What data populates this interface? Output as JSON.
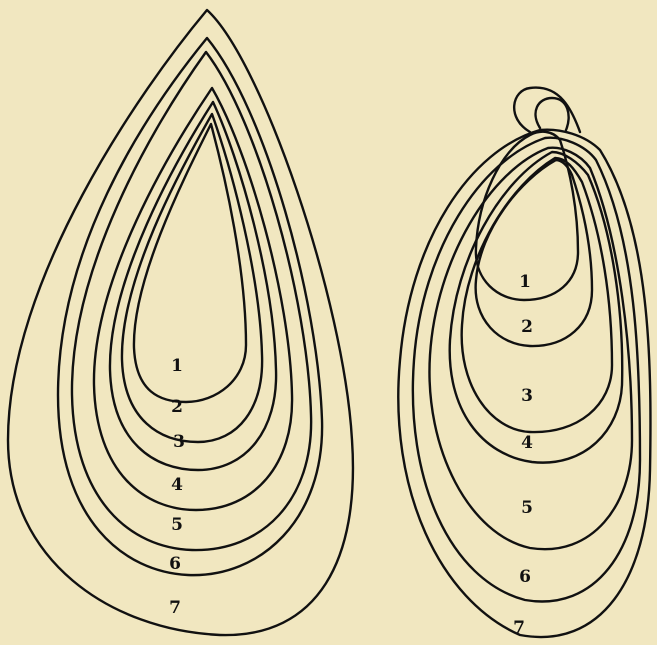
{
  "left_figure": {
    "labels": [
      "1",
      "2",
      "3",
      "4",
      "5",
      "6",
      "7"
    ]
  },
  "right_figure": {
    "labels": [
      "1",
      "2",
      "3",
      "4",
      "5",
      "6",
      "7"
    ]
  },
  "colors": {
    "background": "#f1e7c0",
    "ink": "#111111"
  }
}
